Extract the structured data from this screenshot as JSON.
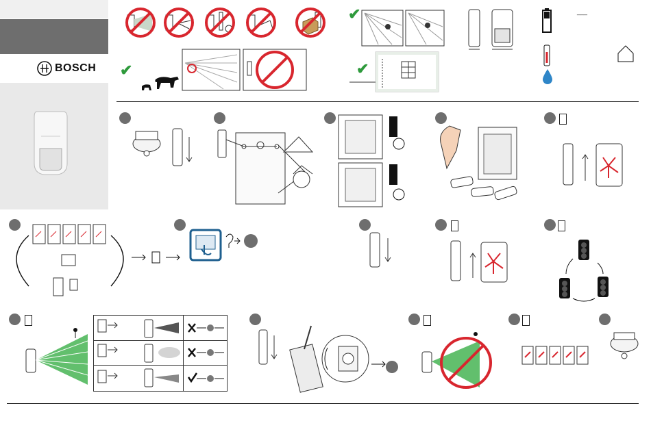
{
  "brand": {
    "name": "BOSCH"
  },
  "step_markers": 18,
  "top_panel": {
    "ruler_label": "___",
    "icons": [
      "battery-icon",
      "thermometer-icon",
      "water-drop-icon",
      "house-icon"
    ]
  },
  "table": {
    "rows": [
      {
        "result": "cross"
      },
      {
        "result": "cross"
      },
      {
        "result": "check"
      }
    ]
  },
  "colors": {
    "check": "#2e9a3c",
    "prohibit": "#d8262e",
    "step": "#6e6e6e",
    "beam": "#2eaa3c",
    "led": "#d8262e"
  }
}
